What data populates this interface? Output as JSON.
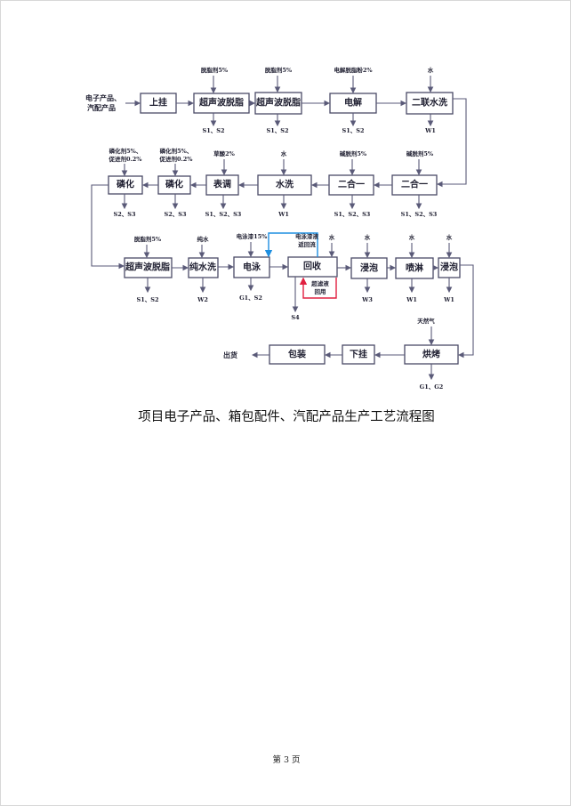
{
  "flowchart": {
    "input": [
      "电子产品、",
      "汽配产品"
    ],
    "row1": {
      "boxes": [
        "上挂",
        "超声波脱脂",
        "超声波脱脂",
        "电解",
        "二联水洗"
      ],
      "inputs": [
        "脱脂剂5%",
        "脱脂剂5%",
        "电解脱脂粉2%",
        "水"
      ],
      "outputs": [
        "S1、S2",
        "S1、S2",
        "S1、S2",
        "W1"
      ]
    },
    "row2": {
      "boxes": [
        "磷化",
        "磷化",
        "表调",
        "水洗",
        "二合一",
        "二合一"
      ],
      "inputs": [
        [
          "磷化剂5%、",
          "促进剂0.2%"
        ],
        [
          "磷化剂5%、",
          "促进剂0.2%"
        ],
        [
          "草酸2%"
        ],
        [
          "水"
        ],
        [
          "碱脱剂5%"
        ],
        [
          "碱脱剂5%"
        ]
      ],
      "outputs": [
        "S2、S3",
        "S2、S3",
        "S1、S2、S3",
        "W1",
        "S1、S2、S3",
        "S1、S2、S3"
      ]
    },
    "row3": {
      "boxes": [
        "超声波脱脂",
        "纯水洗",
        "电泳",
        "回收",
        "浸泡",
        "喷淋",
        "浸泡"
      ],
      "inputs": [
        "脱脂剂5%",
        "纯水",
        "电泳漆15%",
        "水",
        "水",
        "水",
        "水"
      ],
      "outputs": [
        "S1、S2",
        "W2",
        "G1、S2",
        "S4",
        "W3",
        "W1",
        "W1"
      ],
      "blue_loop": [
        "电泳漆液",
        "返回流"
      ],
      "red_loop": [
        "超滤液",
        "回用"
      ]
    },
    "row4": {
      "boxes": [
        "烘烤",
        "下挂",
        "包装"
      ],
      "input": "天然气",
      "output": "G1、G2",
      "end": "出货"
    }
  },
  "caption": "项目电子产品、箱包配件、汽配产品生产工艺流程图",
  "footer": "第 3 页",
  "colors": {
    "blue": "#1e8fe0",
    "red": "#e02040",
    "line": "#5a5a78"
  }
}
